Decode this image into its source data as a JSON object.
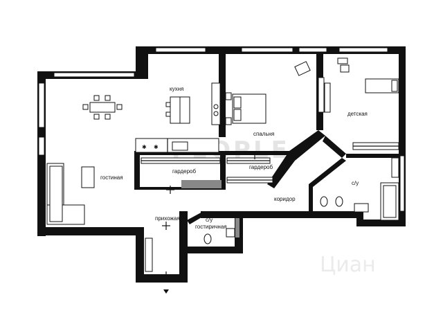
{
  "rooms": {
    "kitchen": "кухня",
    "bedroom": "спальня",
    "kids": "детская",
    "living": "гостиная",
    "wardrobe_1": "гардероб",
    "wardrobe_2": "гардероб",
    "bathroom": "с/у",
    "corridor": "коридор",
    "hall": "прихожая",
    "guest_wc_line1": "с/у",
    "guest_wc_line2": "гостиричная"
  },
  "watermark": {
    "brand": "PEOPLE",
    "site": "Циан"
  },
  "colors": {
    "wall": "#111111",
    "glass": "#ffffff",
    "floor_gray": "#888888"
  }
}
